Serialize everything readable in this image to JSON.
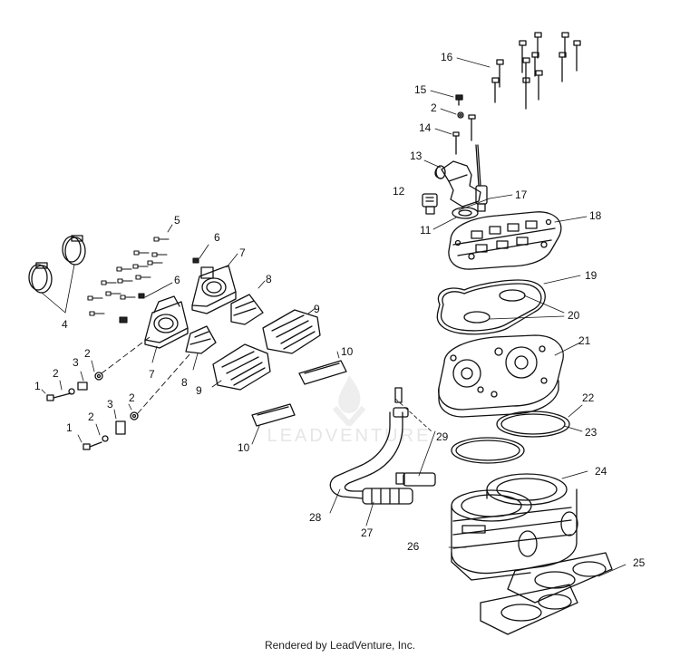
{
  "diagram": {
    "callouts": {
      "c1a": "1",
      "c1b": "1",
      "c2a": "2",
      "c2b": "2",
      "c2c": "2",
      "c2d": "2",
      "c2e": "2",
      "c3a": "3",
      "c3b": "3",
      "c4": "4",
      "c5": "5",
      "c6a": "6",
      "c6b": "6",
      "c7a": "7",
      "c7b": "7",
      "c8a": "8",
      "c8b": "8",
      "c9a": "9",
      "c9b": "9",
      "c10a": "10",
      "c10b": "10",
      "c11": "11",
      "c12": "12",
      "c13": "13",
      "c14": "14",
      "c15": "15",
      "c16": "16",
      "c17": "17",
      "c18": "18",
      "c19": "19",
      "c20": "20",
      "c21": "21",
      "c22": "22",
      "c23": "23",
      "c24": "24",
      "c25": "25",
      "c26": "26",
      "c27": "27",
      "c28": "28",
      "c29": "29"
    }
  },
  "watermark_text": "LEADVENTURE",
  "footer": "Rendered by LeadVenture, Inc."
}
